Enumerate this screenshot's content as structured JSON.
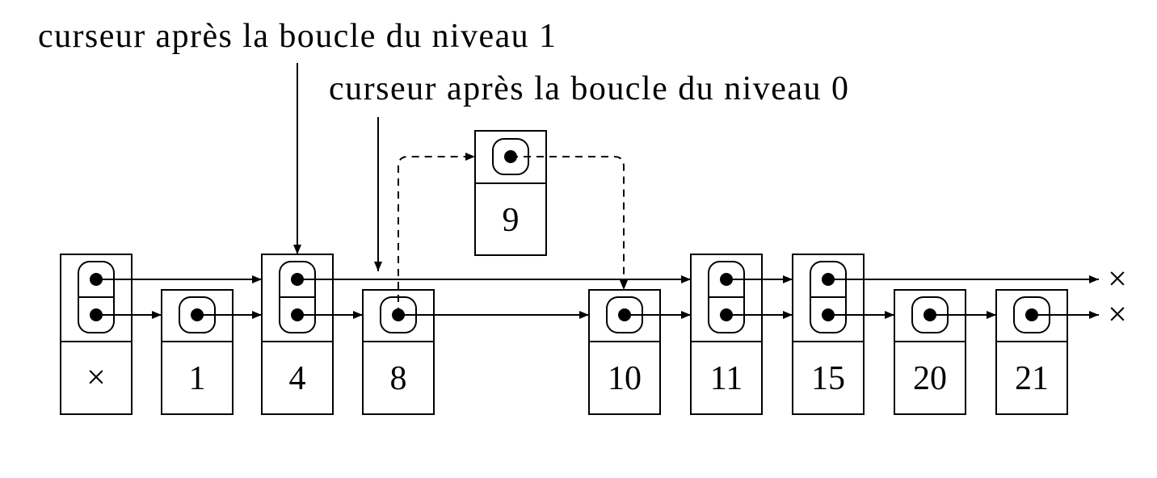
{
  "annotations": {
    "level1_cursor": "curseur après la boucle du niveau 1",
    "level0_cursor": "curseur après la boucle du niveau 0"
  },
  "nodes": [
    {
      "key": "×",
      "levels": 2
    },
    {
      "key": "1",
      "levels": 1
    },
    {
      "key": "4",
      "levels": 2
    },
    {
      "key": "8",
      "levels": 1
    },
    {
      "key": "10",
      "levels": 1
    },
    {
      "key": "11",
      "levels": 2
    },
    {
      "key": "15",
      "levels": 2
    },
    {
      "key": "20",
      "levels": 1
    },
    {
      "key": "21",
      "levels": 1
    }
  ],
  "inserted_node": {
    "key": "9",
    "levels": 1
  },
  "list_end": {
    "level1": "×",
    "level0": "×"
  },
  "colors": {
    "ink": "#000000",
    "background": "#ffffff"
  }
}
